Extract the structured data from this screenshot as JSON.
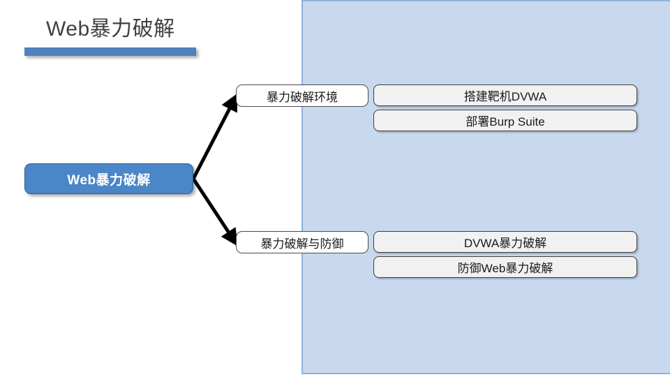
{
  "slide": {
    "title": "Web暴力破解",
    "accent_color": "#4e81bd",
    "panel_color": "#c8d9ef",
    "panel_border_color": "#8fb0dd"
  },
  "diagram": {
    "root": {
      "label": "Web暴力破解",
      "fill_color": "#4a86c8",
      "text_color": "#ffffff"
    },
    "branches": [
      {
        "label": "暴力破解环境",
        "children": [
          {
            "label": "搭建靶机DVWA"
          },
          {
            "label": "部署Burp Suite"
          }
        ]
      },
      {
        "label": "暴力破解与防御",
        "children": [
          {
            "label": "DVWA暴力破解"
          },
          {
            "label": "防御Web暴力破解"
          }
        ]
      }
    ],
    "connector_color": "#000000"
  }
}
